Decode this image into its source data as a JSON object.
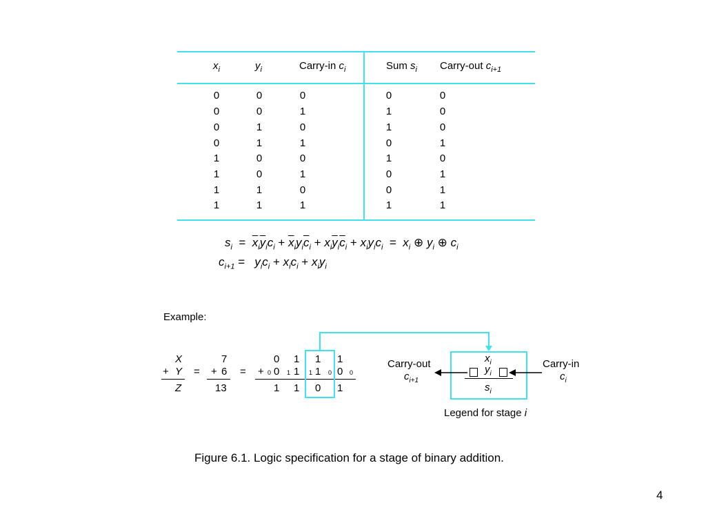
{
  "colors": {
    "accent": "#3fe0f0",
    "text": "#000000",
    "background": "#ffffff"
  },
  "table": {
    "headers": {
      "x": "x",
      "x_sub": "i",
      "y": "y",
      "y_sub": "i",
      "carry_in": "Carry-in ",
      "carry_in_var": "c",
      "carry_in_sub": "i",
      "sum": "Sum ",
      "sum_var": "s",
      "sum_sub": "i",
      "carry_out": "Carry-out ",
      "carry_out_var": "c",
      "carry_out_sub": "i+1"
    },
    "rows": [
      [
        "0",
        "0",
        "0",
        "0",
        "0"
      ],
      [
        "0",
        "0",
        "1",
        "1",
        "0"
      ],
      [
        "0",
        "1",
        "0",
        "1",
        "0"
      ],
      [
        "0",
        "1",
        "1",
        "0",
        "1"
      ],
      [
        "1",
        "0",
        "0",
        "1",
        "0"
      ],
      [
        "1",
        "0",
        "1",
        "0",
        "1"
      ],
      [
        "1",
        "1",
        "0",
        "0",
        "1"
      ],
      [
        "1",
        "1",
        "1",
        "1",
        "1"
      ]
    ]
  },
  "equations": {
    "sum_lhs": "s",
    "sum_lhs_sub": "i",
    "carry_lhs": "c",
    "carry_lhs_sub": "i+1",
    "equals": "=",
    "plus": "+",
    "xor": "⊕",
    "x": "x",
    "y": "y",
    "c": "c",
    "i": "i"
  },
  "example": {
    "label": "Example:",
    "col_names": {
      "x": "X",
      "y": "Y",
      "z": "Z",
      "plus": "+",
      "eq": "="
    },
    "decimal": {
      "x": "7",
      "y_prefix": "+",
      "y": "6",
      "z": "13"
    },
    "binary": {
      "plus": "+",
      "x_bits": [
        "0",
        "1",
        "1",
        "1"
      ],
      "y_bits": [
        "0",
        "1",
        "1",
        "0"
      ],
      "z_bits": [
        "1",
        "1",
        "0",
        "1"
      ],
      "carries": [
        "0",
        "1",
        "1",
        "0",
        "0"
      ]
    }
  },
  "legend": {
    "carry_out_label": "Carry-out",
    "carry_out_var": "c",
    "carry_out_sub": "i+1",
    "carry_in_label": "Carry-in",
    "carry_in_var": "c",
    "carry_in_sub": "i",
    "x_var": "x",
    "x_sub": "i",
    "y_var": "y",
    "y_sub": "i",
    "s_var": "s",
    "s_sub": "i",
    "caption": "Legend for stage ",
    "caption_var": "i"
  },
  "figure_caption": "Figure 6.1. Logic specification for a stage of binary addition.",
  "page_number": "4"
}
